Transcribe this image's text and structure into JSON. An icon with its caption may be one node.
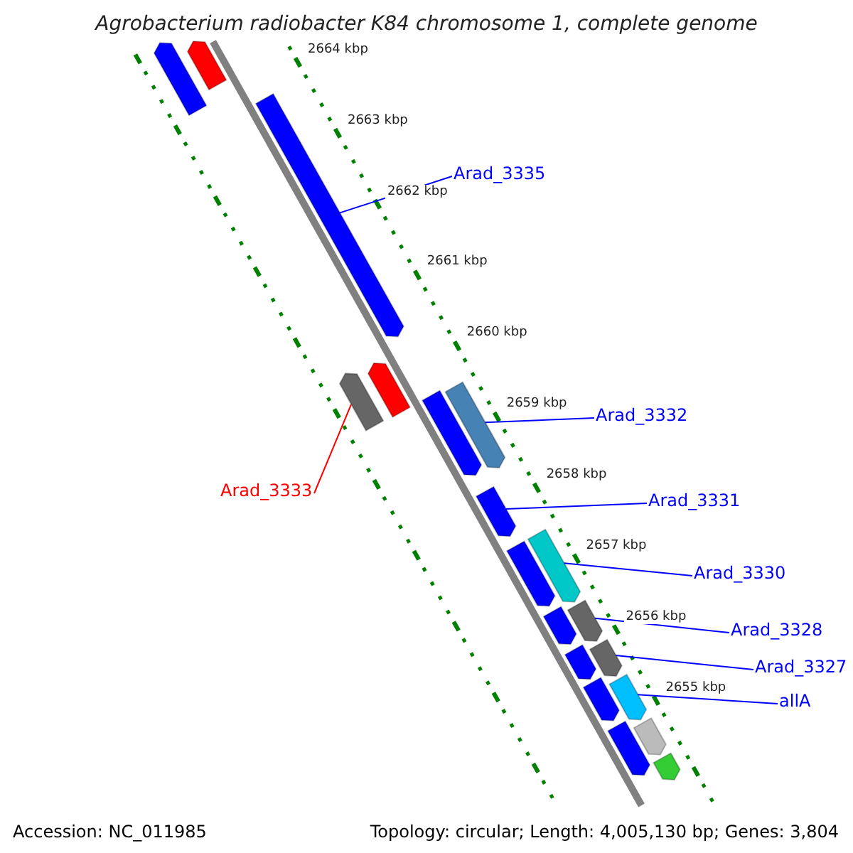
{
  "diagram": {
    "title": "Agrobacterium radiobacter K84 chromosome 1, complete genome",
    "nodes": [
      {
        "text": [
          "Arad_3335"
        ]
      },
      {
        "text": [
          "Arad_3332"
        ]
      },
      {
        "text": [
          "Arad_3333"
        ]
      },
      {
        "text": [
          "Arad_3331"
        ]
      },
      {
        "text": [
          "Arad_3330"
        ]
      },
      {
        "text": [
          "Arad_3328"
        ]
      },
      {
        "text": [
          "Arad_3327"
        ]
      },
      {
        "text": [
          "allA"
        ]
      },
      {
        "text": [],
        "shape": "bar"
      },
      {
        "text": [],
        "shape": "bar"
      },
      {
        "text": [],
        "shape": "bar"
      },
      {
        "text": [],
        "shape": "bar"
      },
      {
        "text": [],
        "shape": "bar"
      },
      {
        "text": [],
        "shape": "bar"
      },
      {
        "text": [],
        "shape": "bar"
      },
      {
        "text": [],
        "shape": "bar"
      },
      {
        "text": [],
        "shape": "bar"
      },
      {
        "text": [],
        "shape": "bar"
      },
      {
        "text": [],
        "shape": "bar"
      },
      {
        "text": [],
        "shape": "bar"
      },
      {
        "text": [],
        "shape": "bar"
      },
      {
        "text": [],
        "shape": "bar"
      },
      {
        "text": [],
        "shape": "bar"
      },
      {
        "text": [],
        "shape": "bar"
      },
      {
        "text": [],
        "shape": "bar"
      },
      {
        "text": [],
        "shape": "bar"
      },
      {
        "text": [],
        "shape": "bar"
      }
    ],
    "edges": [
      {
        "from": 0,
        "to": 10,
        "arrow": "none"
      },
      {
        "from": 1,
        "to": 13,
        "arrow": "none"
      },
      {
        "from": 2,
        "to": 12,
        "arrow": "none",
        "color": "#ff0000"
      },
      {
        "from": 3,
        "to": 15,
        "arrow": "none"
      },
      {
        "from": 4,
        "to": 16,
        "arrow": "none"
      },
      {
        "from": 5,
        "to": 18,
        "arrow": "none"
      },
      {
        "from": 6,
        "to": 20,
        "arrow": "none"
      },
      {
        "from": 7,
        "to": 22,
        "arrow": "none"
      }
    ],
    "labels": [
      "2664 kbp",
      "2663 kbp",
      "2662 kbp",
      "2661 kbp",
      "2660 kbp",
      "2659 kbp",
      "2658 kbp",
      "2657 kbp",
      "2656 kbp",
      "2655 kbp",
      "Accession: NC_011985",
      "Topology: circular; Length: 4,005,130 bp; Genes: 3,804"
    ]
  }
}
